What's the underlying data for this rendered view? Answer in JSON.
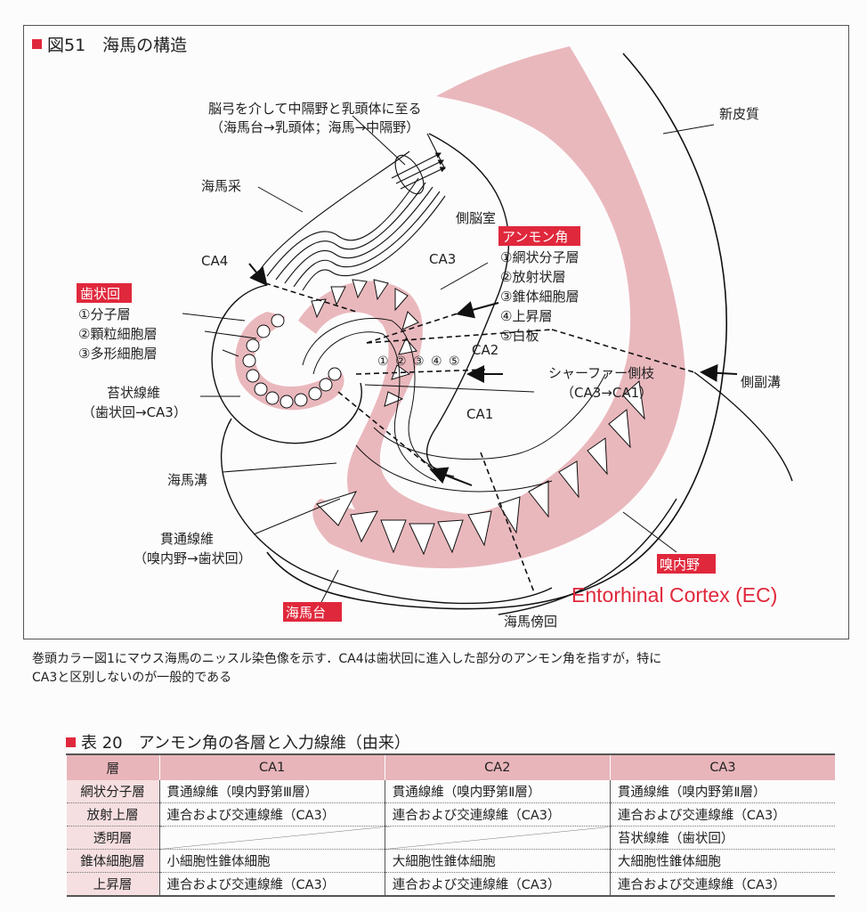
{
  "figure": {
    "number_title": "図51　海馬の構造",
    "labels": {
      "fornix_path_1": "脳弓を介して中隔野と乳頭体に至る",
      "fornix_path_2": "（海馬台→乳頭体；海馬→中隔野）",
      "fimbria": "海馬采",
      "lateral_ventricle": "側脳室",
      "neocortex": "新皮質",
      "ammon_horn": "アンモン角",
      "ammon_layers": [
        "①網状分子層",
        "②放射状層",
        "③錐体細胞層",
        "④上昇層",
        "⑤白板"
      ],
      "ca4": "CA4",
      "ca3": "CA3",
      "ca2": "CA2",
      "ca1": "CA1",
      "dentate_gyrus": "歯状回",
      "dentate_layers": [
        "①分子層",
        "②顆粒細胞層",
        "③多形細胞層"
      ],
      "mossy_fiber_1": "苔状線維",
      "mossy_fiber_2": "（歯状回→CA3）",
      "layer_numbers": [
        "①",
        "②",
        "③",
        "④",
        "⑤"
      ],
      "schaffer_1": "シャーファー側枝",
      "schaffer_2": "（CA3→CA1）",
      "collateral_sulcus": "側副溝",
      "hippocampal_sulcus": "海馬溝",
      "perforant_1": "貫通線維",
      "perforant_2": "（嗅内野→歯状回）",
      "entorhinal": "嗅内野",
      "entorhinal_en": "Entorhinal Cortex (EC)",
      "subiculum": "海馬台",
      "parahippocampal": "海馬傍回"
    }
  },
  "caption": {
    "line1": "巻頭カラー図1にマウス海馬のニッスル染色像を示す．CA4は歯状回に進入した部分のアンモン角を指すが，特に",
    "line2": "CA3と区別しないのが一般的である"
  },
  "table": {
    "title": "表 20　アンモン角の各層と入力線維（由来）",
    "headers": [
      "層",
      "CA1",
      "CA2",
      "CA3"
    ],
    "rows": [
      {
        "layer": "網状分子層",
        "ca1": "貫通線維（嗅内野第Ⅲ層）",
        "ca2": "貫通線維（嗅内野第Ⅱ層）",
        "ca3": "貫通線維（嗅内野第Ⅱ層）"
      },
      {
        "layer": "放射上層",
        "ca1": "連合および交連線維（CA3）",
        "ca2": "連合および交連線維（CA3）",
        "ca3": "連合および交連線維（CA3）"
      },
      {
        "layer": "透明層",
        "ca1": "",
        "ca2": "",
        "ca3": "苔状線維（歯状回）"
      },
      {
        "layer": "錐体細胞層",
        "ca1": "小細胞性錐体細胞",
        "ca2": "大細胞性錐体細胞",
        "ca3": "大細胞性錐体細胞"
      },
      {
        "layer": "上昇層",
        "ca1": "連合および交連線維（CA3）",
        "ca2": "連合および交連線維（CA3）",
        "ca3": "連合および交連線維（CA3）"
      }
    ]
  },
  "colors": {
    "accent_red": "#e0283c",
    "pink_region": "#e9b8bd",
    "table_header": "#e8b5ba"
  }
}
